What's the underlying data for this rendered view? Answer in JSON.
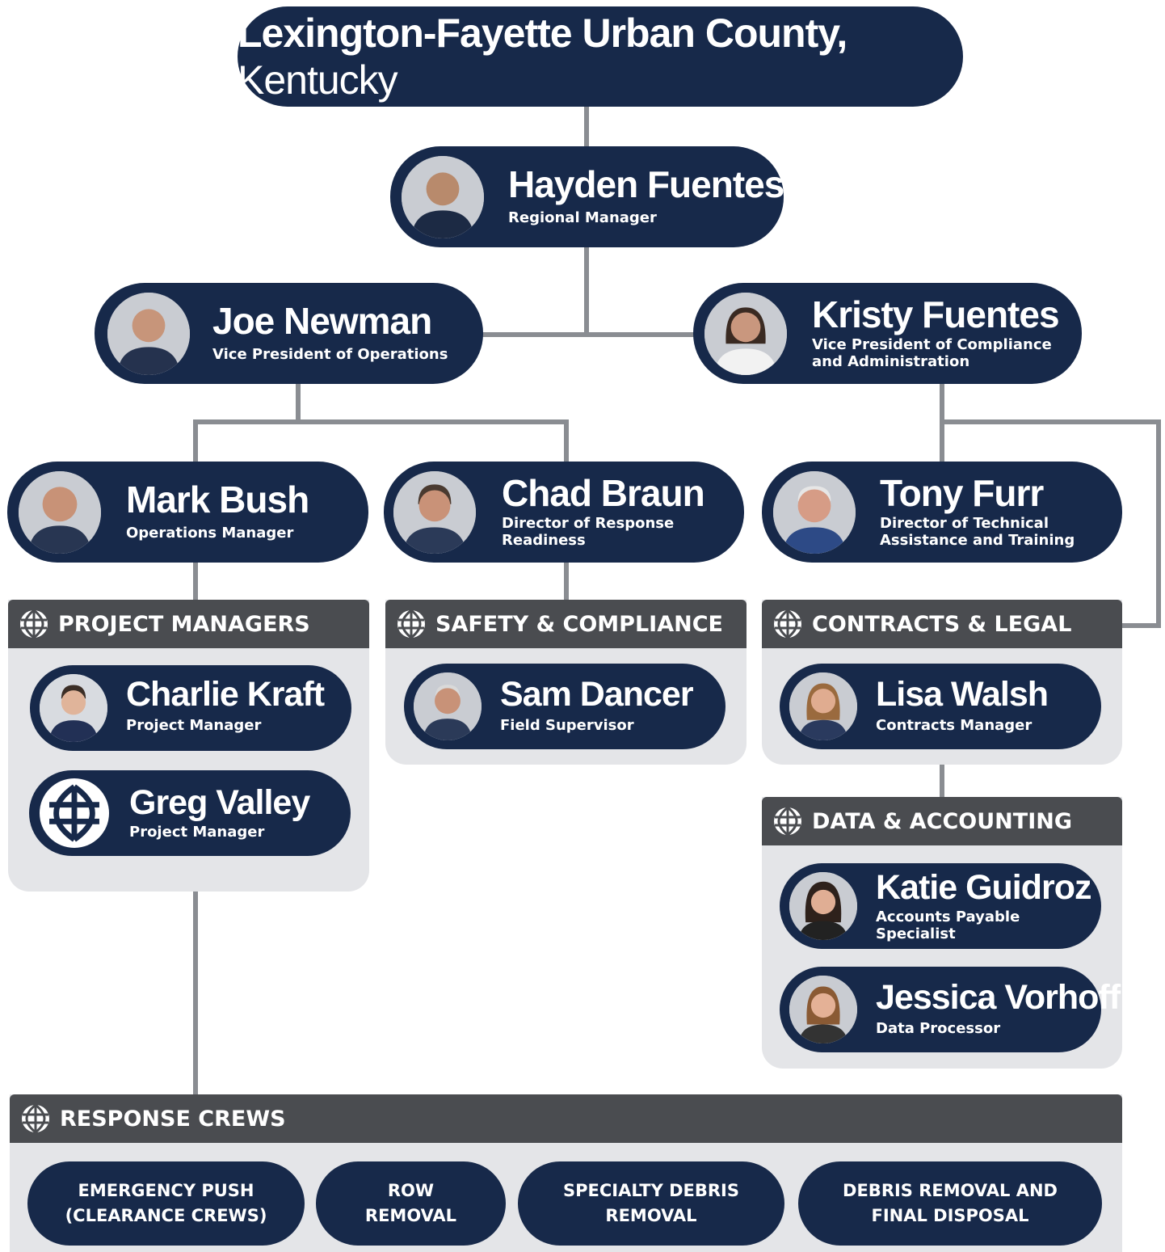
{
  "title": {
    "bold": "Lexington-Fayette Urban County,",
    "light": "Kentucky"
  },
  "people": {
    "hayden": {
      "name": "Hayden Fuentes",
      "role": "Regional Manager"
    },
    "joe": {
      "name": "Joe Newman",
      "role": "Vice President of Operations"
    },
    "kristy": {
      "name": "Kristy Fuentes",
      "role": "Vice President of Compliance and Administration"
    },
    "mark": {
      "name": "Mark Bush",
      "role": "Operations Manager"
    },
    "chad": {
      "name": "Chad Braun",
      "role": "Director of Response Readiness"
    },
    "tony": {
      "name": "Tony Furr",
      "role": "Director of Technical Assistance and Training"
    },
    "charlie": {
      "name": "Charlie Kraft",
      "role": "Project Manager"
    },
    "greg": {
      "name": "Greg Valley",
      "role": "Project Manager"
    },
    "sam": {
      "name": "Sam Dancer",
      "role": "Field Supervisor"
    },
    "lisa": {
      "name": "Lisa Walsh",
      "role": "Contracts Manager"
    },
    "katie": {
      "name": "Katie Guidroz",
      "role": "Accounts Payable Specialist"
    },
    "jessica": {
      "name": "Jessica Vorhoff",
      "role": "Data Processor"
    }
  },
  "groups": {
    "project_managers": "PROJECT MANAGERS",
    "safety": "SAFETY & COMPLIANCE",
    "contracts": "CONTRACTS & LEGAL",
    "data": "DATA & ACCOUNTING",
    "crews": "RESPONSE CREWS"
  },
  "crews": [
    "EMERGENCY PUSH\n(CLEARANCE CREWS)",
    "ROW\nREMOVAL",
    "SPECIALTY DEBRIS\nREMOVAL",
    "DEBRIS REMOVAL AND\nFINAL DISPOSAL"
  ],
  "icons": {
    "group_header": "globe-icon",
    "logo": "globe-logo-icon",
    "photo": "person-photo-icon"
  },
  "colors": {
    "navy": "#17294a",
    "header_gray": "#4a4c50",
    "panel_gray": "#e4e5e8",
    "connector": "#8a8d92"
  }
}
